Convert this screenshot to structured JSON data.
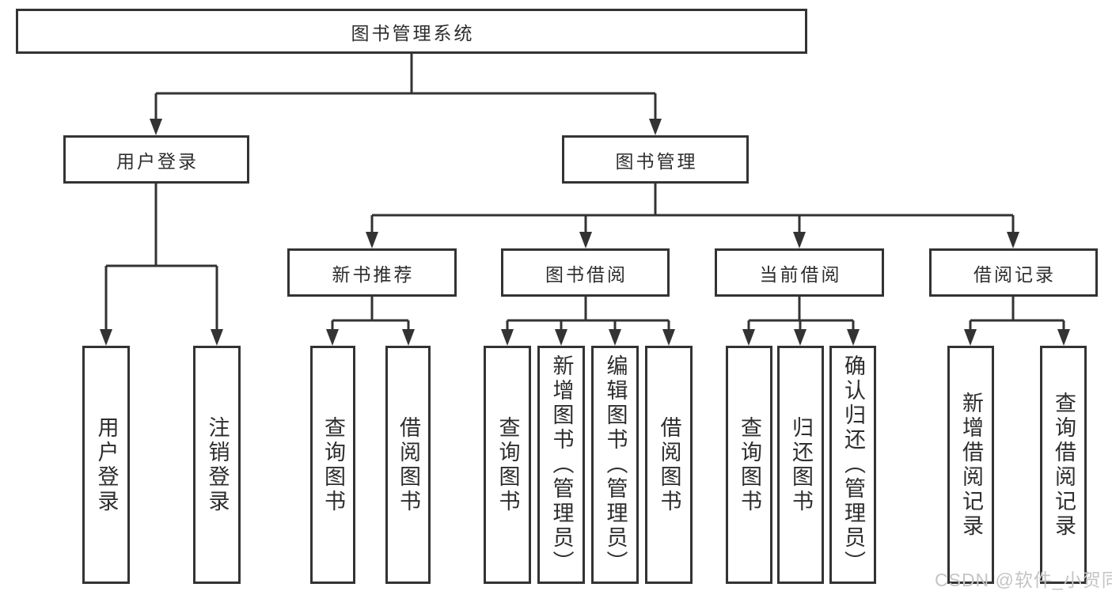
{
  "colors": {
    "line": "#333333",
    "text": "#2d2d2d",
    "background": "#ffffff",
    "watermark": "#c4c4c4"
  },
  "tree": {
    "root": {
      "label": "图书管理系统",
      "children": [
        {
          "label": "用户登录",
          "children": [
            {
              "label": "用户登录"
            },
            {
              "label": "注销登录"
            }
          ]
        },
        {
          "label": "图书管理",
          "children": [
            {
              "label": "新书推荐",
              "children": [
                {
                  "label": "查询图书"
                },
                {
                  "label": "借阅图书"
                }
              ]
            },
            {
              "label": "图书借阅",
              "children": [
                {
                  "label": "查询图书"
                },
                {
                  "label": "新增图书（管理员）"
                },
                {
                  "label": "编辑图书（管理员）"
                },
                {
                  "label": "借阅图书"
                }
              ]
            },
            {
              "label": "当前借阅",
              "children": [
                {
                  "label": "查询图书"
                },
                {
                  "label": "归还图书"
                },
                {
                  "label": "确认归还（管理员）"
                }
              ]
            },
            {
              "label": "借阅记录",
              "children": [
                {
                  "label": "新增借阅记录"
                },
                {
                  "label": "查询借阅记录"
                }
              ]
            }
          ]
        }
      ]
    }
  },
  "watermark": {
    "text": "CSDN @软件_小贺同学"
  }
}
